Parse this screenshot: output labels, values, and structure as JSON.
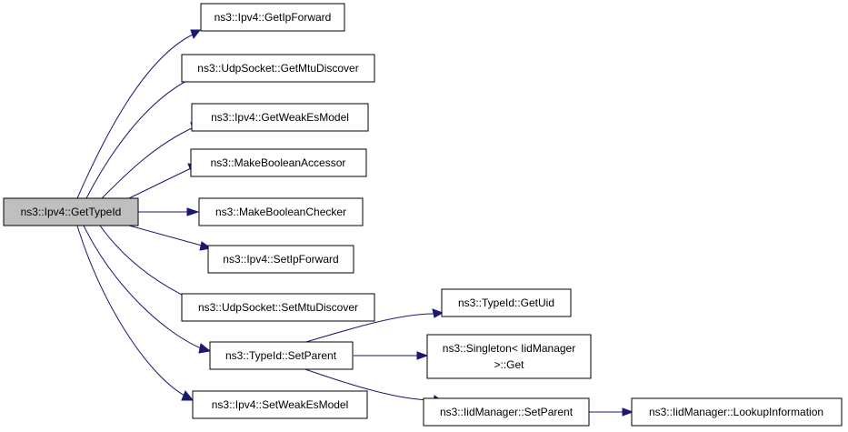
{
  "diagram": {
    "type": "call-graph",
    "edge_color": "#191970",
    "root_fill": "#bfbfbf",
    "node_fill": "#ffffff",
    "nodes": [
      {
        "id": "gettypeid",
        "lines": [
          "ns3::Ipv4::GetTypeId"
        ],
        "root": true
      },
      {
        "id": "getipforward",
        "lines": [
          "ns3::Ipv4::GetIpForward"
        ]
      },
      {
        "id": "getmtudiscover",
        "lines": [
          "ns3::UdpSocket::GetMtuDiscover"
        ]
      },
      {
        "id": "getweakesmodel",
        "lines": [
          "ns3::Ipv4::GetWeakEsModel"
        ]
      },
      {
        "id": "makebooleanaccessor",
        "lines": [
          "ns3::MakeBooleanAccessor"
        ]
      },
      {
        "id": "makebooleanchecker",
        "lines": [
          "ns3::MakeBooleanChecker"
        ]
      },
      {
        "id": "setipforward",
        "lines": [
          "ns3::Ipv4::SetIpForward"
        ]
      },
      {
        "id": "setmtudiscover",
        "lines": [
          "ns3::UdpSocket::SetMtuDiscover"
        ]
      },
      {
        "id": "typeid-setparent",
        "lines": [
          "ns3::TypeId::SetParent"
        ]
      },
      {
        "id": "setweakesmodel",
        "lines": [
          "ns3::Ipv4::SetWeakEsModel"
        ]
      },
      {
        "id": "typeid-getuid",
        "lines": [
          "ns3::TypeId::GetUid"
        ]
      },
      {
        "id": "singleton-get",
        "lines": [
          "ns3::Singleton< IidManager",
          ">::Get"
        ]
      },
      {
        "id": "iidmanager-setparent",
        "lines": [
          "ns3::IidManager::SetParent"
        ]
      },
      {
        "id": "iidmanager-lookupinformation",
        "lines": [
          "ns3::IidManager::LookupInformation"
        ]
      }
    ],
    "edges": [
      {
        "from": "gettypeid",
        "to": "getipforward"
      },
      {
        "from": "gettypeid",
        "to": "getmtudiscover"
      },
      {
        "from": "gettypeid",
        "to": "getweakesmodel"
      },
      {
        "from": "gettypeid",
        "to": "makebooleanaccessor"
      },
      {
        "from": "gettypeid",
        "to": "makebooleanchecker"
      },
      {
        "from": "gettypeid",
        "to": "setipforward"
      },
      {
        "from": "gettypeid",
        "to": "setmtudiscover"
      },
      {
        "from": "gettypeid",
        "to": "typeid-setparent"
      },
      {
        "from": "gettypeid",
        "to": "setweakesmodel"
      },
      {
        "from": "typeid-setparent",
        "to": "typeid-getuid"
      },
      {
        "from": "typeid-setparent",
        "to": "singleton-get"
      },
      {
        "from": "typeid-setparent",
        "to": "iidmanager-setparent"
      },
      {
        "from": "iidmanager-setparent",
        "to": "iidmanager-lookupinformation"
      }
    ]
  }
}
